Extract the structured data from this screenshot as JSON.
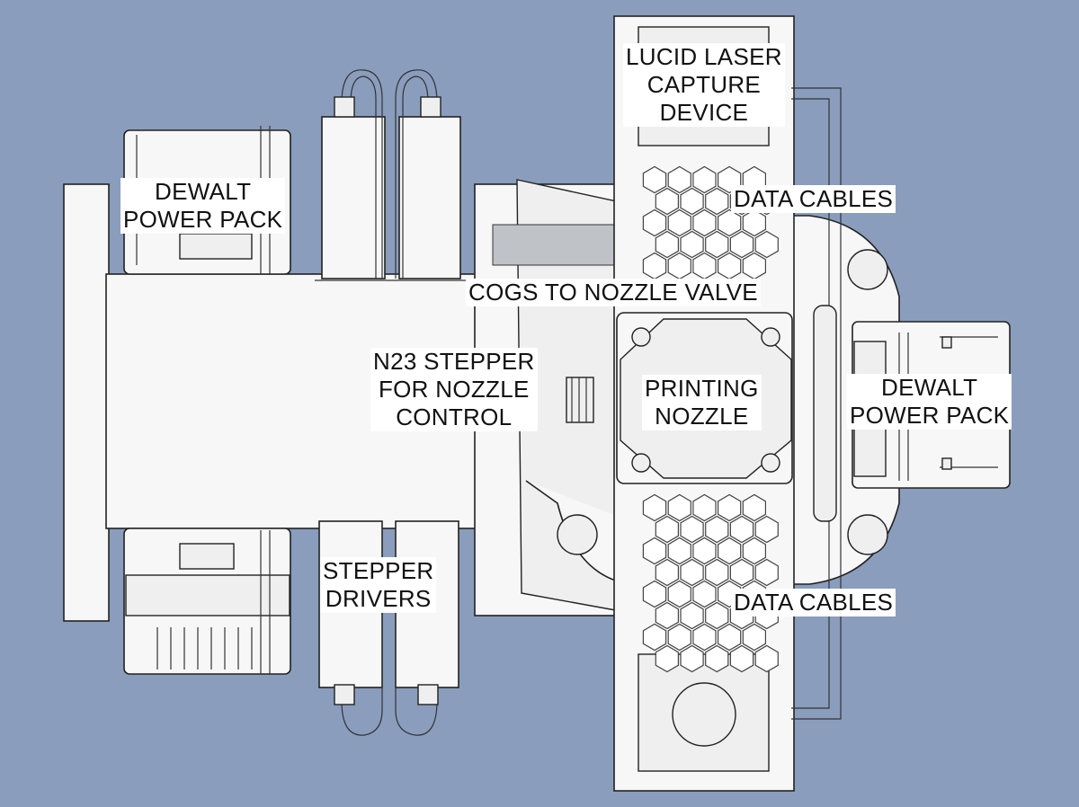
{
  "diagram": {
    "background": "#8a9dbd",
    "labels": {
      "lucid_laser": "LUCID LASER\nCAPTURE\nDEVICE",
      "data_cables_top": "DATA CABLES",
      "dewalt_left": "DEWALT\nPOWER PACK",
      "cogs": "COGS TO NOZZLE VALVE",
      "n23_stepper": "N23 STEPPER\nFOR NOZZLE\nCONTROL",
      "printing_nozzle": "PRINTING\nNOZZLE",
      "dewalt_right": "DEWALT\nPOWER PACK",
      "stepper_drivers": "STEPPER\nDRIVERS",
      "data_cables_bottom": "DATA CABLES"
    }
  }
}
